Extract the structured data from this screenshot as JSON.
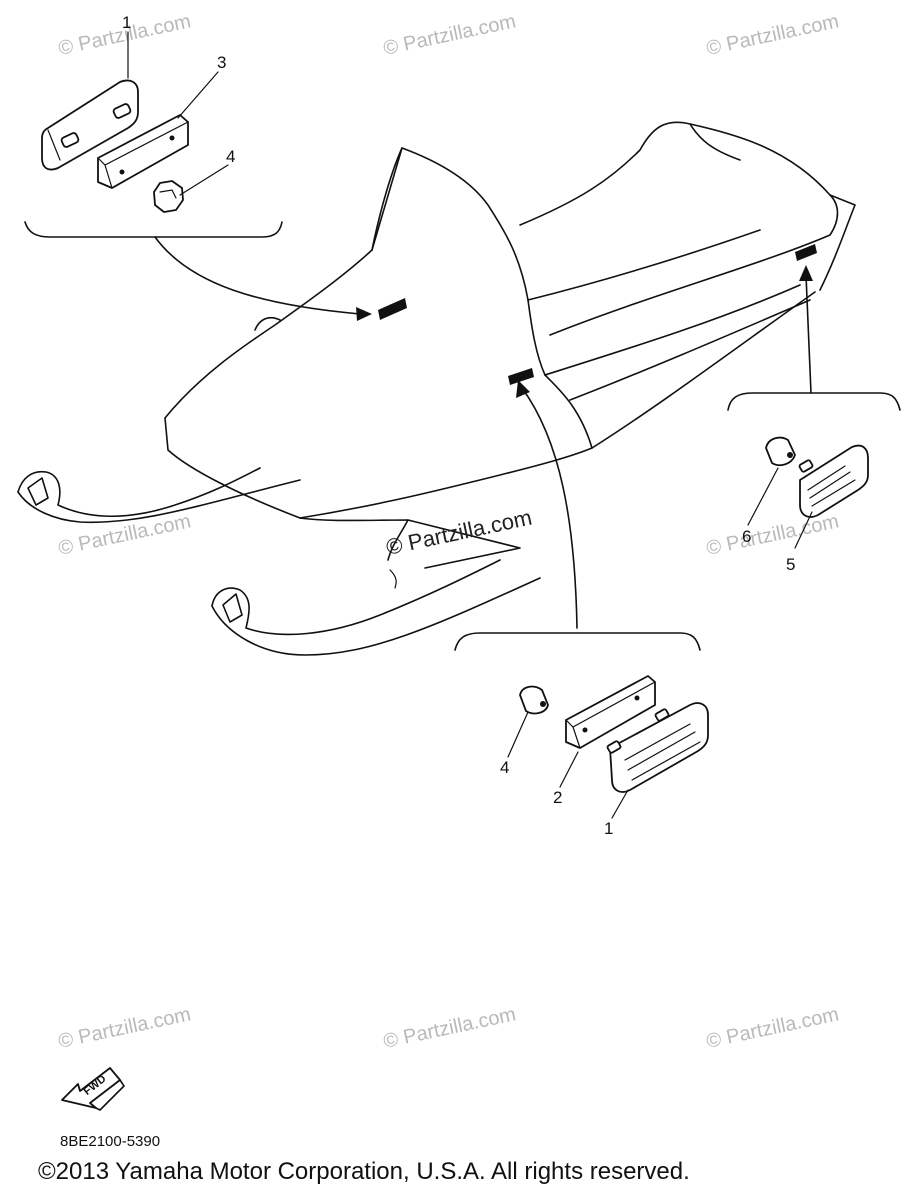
{
  "watermark": "© Partzilla.com",
  "diagram_code": "8BE2100-5390",
  "copyright": "©2013  Yamaha Motor Corporation, U.S.A. All rights reserved.",
  "fwd_label": "FWD",
  "callouts": {
    "top_left_1": "1",
    "top_left_3": "3",
    "top_left_4": "4",
    "right_6": "6",
    "right_5": "5",
    "bottom_4": "4",
    "bottom_2": "2",
    "bottom_1": "1"
  }
}
